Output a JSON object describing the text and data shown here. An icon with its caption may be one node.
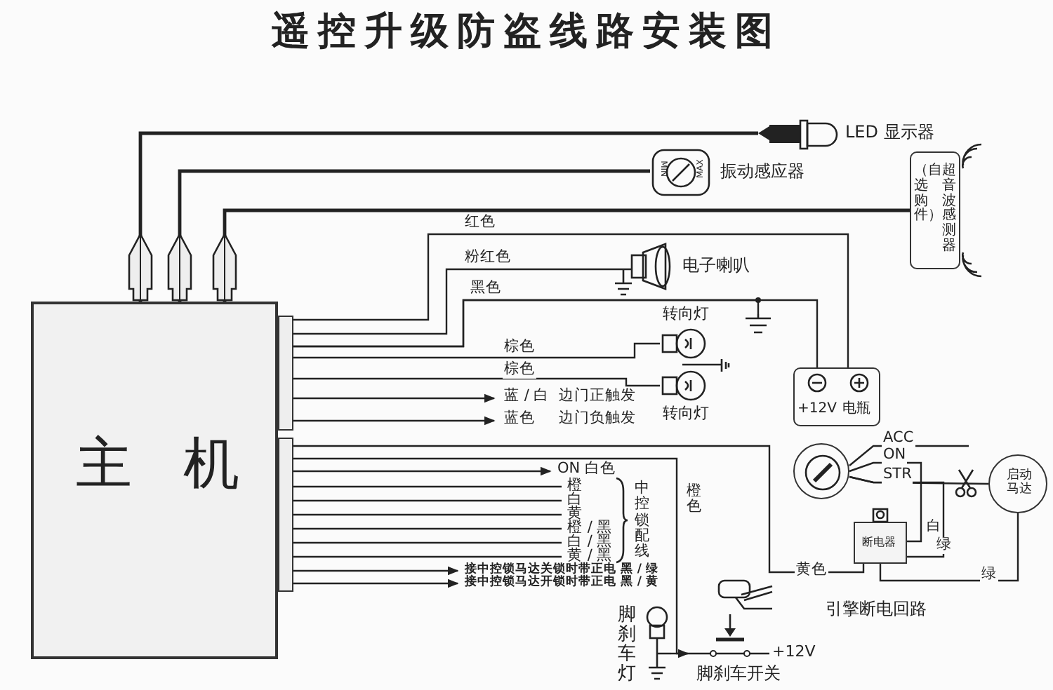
{
  "diagram": {
    "title": "遥控升级防盗线路安装图",
    "nodes": [
      {
        "text": [
          "主 机"
        ]
      },
      {
        "text": [
          "LED 显示器"
        ]
      },
      {
        "text": [
          "MIN",
          "MAX",
          "振动感应器"
        ]
      },
      {
        "text": [
          "（自选购件）",
          "超音波感测器"
        ]
      },
      {
        "text": [
          "电子喇叭"
        ]
      },
      {
        "text": [
          "转向灯"
        ]
      },
      {
        "text": [
          "转向灯"
        ]
      },
      {
        "text": [
          "+12V",
          "电瓶"
        ]
      },
      {
        "text": [],
        "shape": "circle"
      },
      {
        "text": [
          "断电器"
        ]
      },
      {
        "text": [
          "启动马达"
        ]
      },
      {
        "text": [
          "脚刹车灯"
        ]
      },
      {
        "text": [
          "脚刹车开关"
        ],
        "beside": [
          "+12V"
        ]
      },
      {
        "text": [],
        "shape": "ground"
      }
    ],
    "edges": [
      {
        "from": 0,
        "to": 1,
        "arrow": "none"
      },
      {
        "from": 0,
        "to": 2,
        "arrow": "none"
      },
      {
        "from": 0,
        "to": 3,
        "arrow": "none"
      },
      {
        "from": 0,
        "to": 7,
        "arrow": "none",
        "label": "红色"
      },
      {
        "from": 0,
        "to": 4,
        "arrow": "none",
        "label": "粉红色"
      },
      {
        "from": 0,
        "to": 7,
        "arrow": "none",
        "label": "黑色"
      },
      {
        "from": 0,
        "to": 5,
        "arrow": "none",
        "label": "棕色"
      },
      {
        "from": 0,
        "to": 6,
        "arrow": "none",
        "label": "棕色"
      },
      {
        "from": 0,
        "to": null,
        "arrow": "to",
        "label": "蓝 / 白"
      },
      {
        "from": 0,
        "to": null,
        "arrow": "to",
        "label": "蓝色"
      },
      {
        "from": 0,
        "to": 9,
        "arrow": "none",
        "label": "黄色"
      },
      {
        "from": 0,
        "to": 12,
        "arrow": "to",
        "label": "橙色"
      },
      {
        "from": 0,
        "to": null,
        "arrow": "to",
        "label": "ON 白色"
      },
      {
        "from": 0,
        "to": null,
        "arrow": "none",
        "label": "橙"
      },
      {
        "from": 0,
        "to": null,
        "arrow": "none",
        "label": "白"
      },
      {
        "from": 0,
        "to": null,
        "arrow": "none",
        "label": "黄"
      },
      {
        "from": 0,
        "to": null,
        "arrow": "none",
        "label": "橙 / 黑"
      },
      {
        "from": 0,
        "to": null,
        "arrow": "none",
        "label": "白 / 黑"
      },
      {
        "from": 0,
        "to": null,
        "arrow": "none",
        "label": "黄 / 黑"
      },
      {
        "from": 0,
        "to": null,
        "arrow": "to",
        "label": "接中控锁马达关锁时带正电 黑 / 绿"
      },
      {
        "from": 0,
        "to": null,
        "arrow": "to",
        "label": "接中控锁马达开锁时带正电 黑 / 黄"
      },
      {
        "from": 8,
        "to": null,
        "arrow": "none",
        "label": "ACC"
      },
      {
        "from": 8,
        "to": 9,
        "arrow": "none",
        "label": "ON"
      },
      {
        "from": 8,
        "to": 10,
        "arrow": "none",
        "label": "STR"
      },
      {
        "from": 8,
        "to": 9,
        "arrow": "none",
        "label": "绿"
      },
      {
        "from": 9,
        "to": 10,
        "arrow": "none",
        "label": "绿"
      },
      {
        "from": 11,
        "to": 12,
        "arrow": "none"
      },
      {
        "from": 0,
        "to": 13,
        "arrow": "none"
      }
    ],
    "labels": [
      "边门正触发",
      "边门负触发",
      "中控锁配线",
      "白",
      "引擎断电回路"
    ]
  }
}
